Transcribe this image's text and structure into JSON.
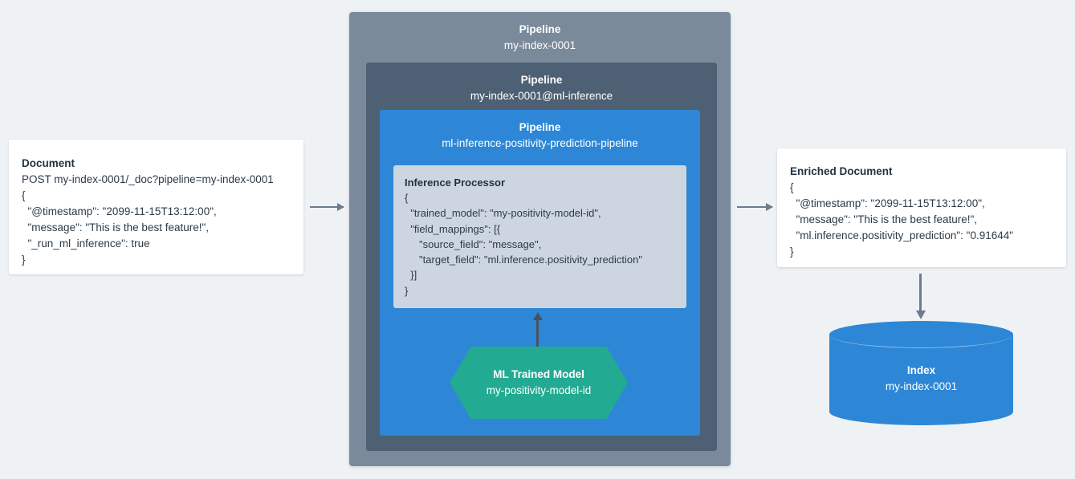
{
  "background_color": "#eff2f5",
  "colors": {
    "outer_pipeline": "#7b8a9a",
    "mid_pipeline": "#4e6073",
    "inner_pipeline": "#2d87d6",
    "processor_panel": "#cdd6e0",
    "ml_model": "#22ab92",
    "index": "#2d87d6",
    "arrow": "#6b7c8e",
    "arrow_dark": "#46525f",
    "card": "#ffffff",
    "text": "#2b3a47"
  },
  "document": {
    "title": "Document",
    "lines": [
      "POST my-index-0001/_doc?pipeline=my-index-0001",
      "{",
      "  \"@timestamp\": \"2099-11-15T13:12:00\",",
      "  \"message\": \"This is the best feature!\",",
      "  \"_run_ml_inference\": true",
      "}"
    ]
  },
  "pipeline_outer": {
    "title": "Pipeline",
    "name": "my-index-0001"
  },
  "pipeline_mid": {
    "title": "Pipeline",
    "name": "my-index-0001@ml-inference"
  },
  "pipeline_inner": {
    "title": "Pipeline",
    "name": "ml-inference-positivity-prediction-pipeline"
  },
  "inference_processor": {
    "title": "Inference Processor",
    "lines": [
      "{",
      "  \"trained_model\": \"my-positivity-model-id\",",
      "  \"field_mappings\": [{",
      "     \"source_field\": \"message\",",
      "     \"target_field\": \"ml.inference.positivity_prediction\"",
      "  }]",
      "}"
    ]
  },
  "ml_model": {
    "title": "ML Trained Model",
    "name": "my-positivity-model-id"
  },
  "enriched_document": {
    "title": "Enriched Document",
    "lines": [
      "{",
      "  \"@timestamp\": \"2099-11-15T13:12:00\",",
      "  \"message\": \"This is the best feature!\",",
      "  \"ml.inference.positivity_prediction\": \"0.91644\"",
      "}"
    ]
  },
  "index": {
    "title": "Index",
    "name": "my-index-0001"
  },
  "arrows": [
    {
      "name": "document-to-pipeline",
      "direction": "right"
    },
    {
      "name": "pipeline-to-enriched-document",
      "direction": "right"
    },
    {
      "name": "ml-model-to-inference-processor",
      "direction": "up"
    },
    {
      "name": "enriched-document-to-index",
      "direction": "down"
    }
  ]
}
